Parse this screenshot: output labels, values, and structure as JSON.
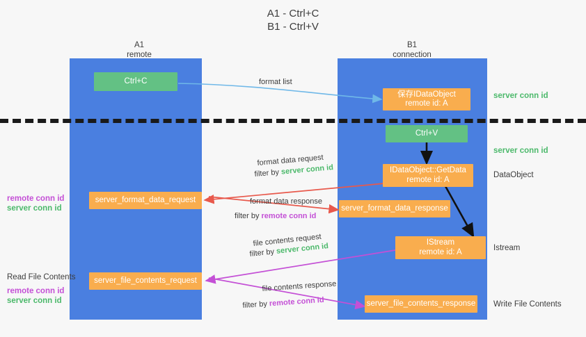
{
  "title": "A1 - Ctrl+C\nB1 - Ctrl+V",
  "colors": {
    "lane": "#4a7fe0",
    "green_node": "#63c184",
    "orange_node": "#f9ad4e",
    "server_conn": "#4cb96b",
    "remote_conn": "#c450d6",
    "red_arrow": "#e8594c",
    "blue_arrow": "#6fb8e8",
    "magenta_arrow": "#c450d6",
    "dark_arrow": "#111111"
  },
  "columns": [
    {
      "name": "A1",
      "sub": "remote",
      "label": "A1\nremote"
    },
    {
      "name": "B1",
      "sub": "connection",
      "label": "B1\nconnection"
    }
  ],
  "nodes": {
    "ctrl_c": "Ctrl+C",
    "ctrl_v": "Ctrl+V",
    "save_idataobject": "保存IDataObject\nremote id: A",
    "idataobject_getdata": "IDataObject::GetData\nremote id: A",
    "istream": "IStream\nremote id: A",
    "server_format_data_request": "server_format_data_request",
    "server_format_data_response": "server_format_data_response",
    "server_file_contents_request": "server_file_contents_request",
    "server_file_contents_response": "server_file_contents_response"
  },
  "edge_labels": {
    "format_list": "format list",
    "format_data_request": "format data request",
    "format_data_request_filter_prefix": "filter by ",
    "format_data_request_filter_value": "server conn id",
    "format_data_response": "format data response",
    "format_data_response_filter_prefix": "filter by ",
    "format_data_response_filter_value": "remote conn id",
    "file_contents_request": "file contents request",
    "file_contents_request_filter_prefix": "filter by ",
    "file_contents_request_filter_value": "server conn id",
    "file_contents_response": "file contents response",
    "file_contents_response_filter_prefix": "filter by ",
    "file_contents_response_filter_value": "remote conn id"
  },
  "right_labels": {
    "server_conn_id_top": "server conn id",
    "server_conn_id_mid": "server conn id",
    "dataobject": "DataObject",
    "istream": "Istream",
    "write_file_contents": "Write File Contents"
  },
  "left_labels": {
    "conn_ids_mid_remote": "remote conn id",
    "conn_ids_mid_server": "server conn id",
    "read_file_contents": "Read File Contents",
    "conn_ids_bottom_remote": "remote conn id",
    "conn_ids_bottom_server": "server conn id"
  }
}
